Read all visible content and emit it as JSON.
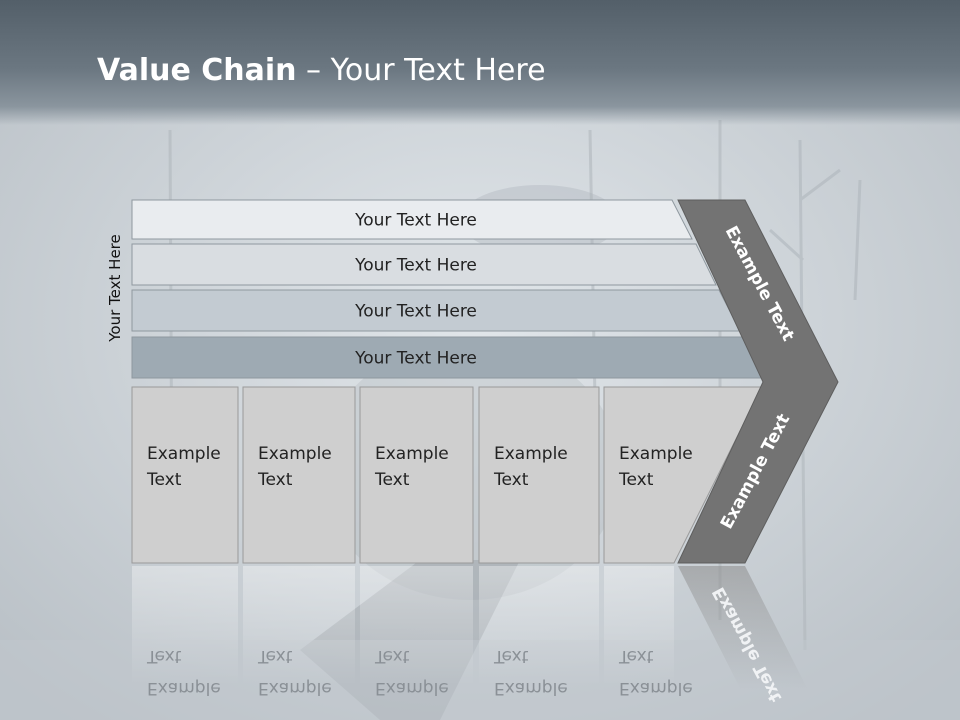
{
  "slide": {
    "title_bold": "Value Chain",
    "title_rest": " – Your Text Here",
    "side_label": "Your Text Here"
  },
  "bands": [
    {
      "text": "Your Text Here",
      "fill": "#e9ecef"
    },
    {
      "text": "Your Text Here",
      "fill": "#d9dde1"
    },
    {
      "text": "Your Text Here",
      "fill": "#c3cbd2"
    },
    {
      "text": "Your Text Here",
      "fill": "#9eaab3"
    }
  ],
  "cells": [
    {
      "line1": "Example",
      "line2": "Text"
    },
    {
      "line1": "Example",
      "line2": "Text"
    },
    {
      "line1": "Example",
      "line2": "Text"
    },
    {
      "line1": "Example",
      "line2": "Text"
    },
    {
      "line1": "Example",
      "line2": "Text"
    }
  ],
  "chevron": {
    "upper_text": "Example Text",
    "lower_text": "Example Text",
    "fill": "#737373"
  },
  "colors": {
    "cell_fill": "#cfcfcf",
    "cell_stroke": "#9a9a9a"
  }
}
